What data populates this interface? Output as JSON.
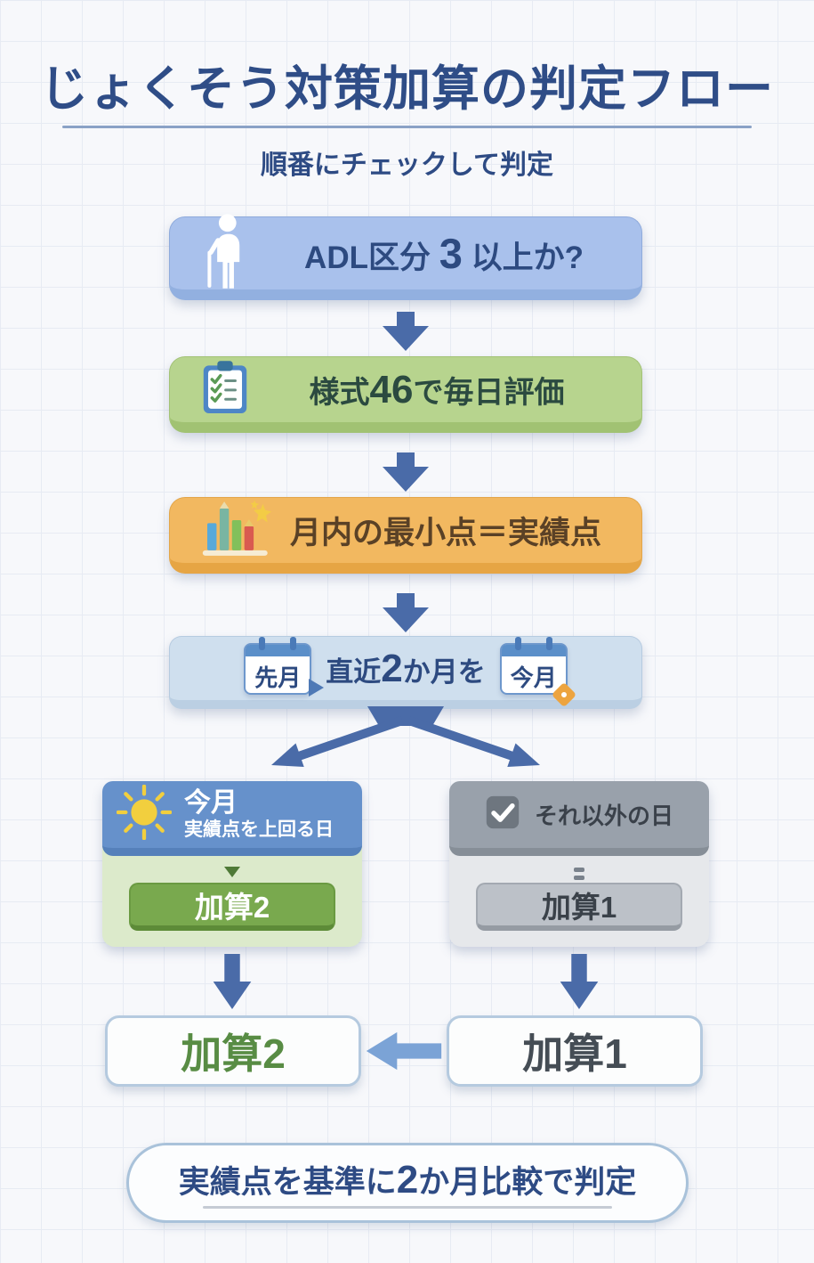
{
  "title": "じょくそう対策加算の判定フロー",
  "subtitle": "順番にチェックして判定",
  "steps": {
    "adl": {
      "pre": "ADL区分 ",
      "num": "3",
      "post": " 以上か?"
    },
    "form": {
      "pre": "様式",
      "num": "46",
      "post": "で毎日評価"
    },
    "score": {
      "text": "月内の最小点＝実績点"
    },
    "compare": {
      "cal_left": "先月",
      "pre": "直近",
      "num": "2",
      "post": "か月を",
      "cal_right": "今月"
    }
  },
  "branches": {
    "left": {
      "title": "今月",
      "subtitle": "実績点を上回る日",
      "button": "加算2"
    },
    "right": {
      "title": "それ以外の日",
      "button": "加算1"
    }
  },
  "results": {
    "left": "加算2",
    "right": "加算1"
  },
  "footer": {
    "pre": "実績点を基準に",
    "num": "2",
    "post": "か月比較で判定"
  },
  "icons": {
    "step1": "person-with-cane",
    "step2": "clipboard-checklist",
    "step3": "bar-chart-with-star",
    "step4": "calendars-last-and-this-month",
    "branch_left": "sun",
    "branch_right": "checked-checkbox"
  },
  "colors": {
    "title_text": "#2f4d87",
    "box_adl": "#a9c1ec",
    "box_form": "#b7d48e",
    "box_score": "#f2b860",
    "box_compare": "#cfdfee",
    "arrow": "#4a6ba8",
    "arrow_light": "#7ba3d6",
    "card_left_header": "#6691cb",
    "card_left_body": "#dceacb",
    "kasan2_button": "#79a94e",
    "card_right_header": "#99a1ab",
    "card_right_body": "#e6e8eb",
    "kasan1_button": "#bcc1c8",
    "result2_text": "#588c44",
    "result1_text": "#454d55",
    "tag_orange": "#eda43f",
    "sun_yellow": "#f2cf3e"
  }
}
